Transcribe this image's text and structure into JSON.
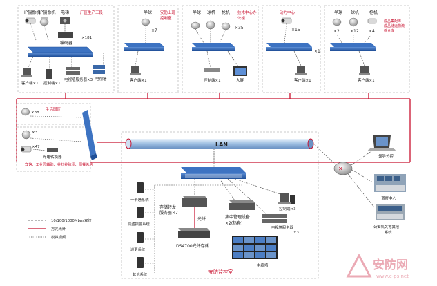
{
  "top_boxes": [
    {
      "devices": [
        "IP摄像机",
        "IP摄像机",
        "电梯"
      ],
      "title": "厂区生产工段",
      "count": "×181",
      "encoder": "编码器",
      "bottom": [
        "客户端×1",
        "控制端×1",
        "电视墙服务器×3",
        "电视墙"
      ]
    },
    {
      "devices": [
        "半球"
      ],
      "title": "安防上班控制室",
      "count": "×7",
      "bottom": [
        "客户端×1"
      ]
    },
    {
      "devices": [
        "半球",
        "球机",
        "枪机"
      ],
      "title": "技术中心办公楼",
      "count": "×35",
      "bottom": [
        "控制端×1",
        "大屏"
      ]
    },
    {
      "devices": [
        "动力中心"
      ],
      "count": "×15",
      "bottom": [
        "客户端×1"
      ]
    },
    {
      "devices": [
        "半球",
        "球机",
        "枪机"
      ],
      "title": "成品集配库成品储运物流综合库",
      "counts": [
        "×2",
        "×12",
        "×4"
      ],
      "bottom": [
        "客户端×1"
      ]
    }
  ],
  "left_group": {
    "top_label": "生活园区",
    "top_count": "×38",
    "cam_count": "×3",
    "cam_count2": "×47",
    "converter": "光电转换器",
    "note": "宾馆、工业园辅助、养料养殖场、厨餐总店"
  },
  "lan_label": "LAN",
  "legend": [
    {
      "label": "10/100/1000Mbps双绞",
      "style": "dashed"
    },
    {
      "label": "万兆光纤",
      "style": "red"
    },
    {
      "label": "模拟视频",
      "style": "dotted"
    }
  ],
  "control_room": {
    "title": "安防监控室",
    "systems": [
      "一卡通系统",
      "防盗报警系统",
      "巡更系统",
      "其他系统"
    ],
    "storage_server": "存储转发服务器×7",
    "fiber": "光纤",
    "storage": "DS4700光纤存储",
    "mgmt": "集中管理设备×2(热备)",
    "wall_server": "电视墙服务器×3",
    "wall": "电视墙",
    "control": "控制端×3"
  },
  "right_group": {
    "items": [
      "领导分控",
      "调度中心",
      "公安机关等其他系统"
    ]
  },
  "watermark": {
    "brand": "安防网",
    "url": "www.c-ps.net"
  },
  "colors": {
    "red": "#c8102e",
    "switch": "#2d64b0",
    "tube": "#a9c6e6"
  }
}
